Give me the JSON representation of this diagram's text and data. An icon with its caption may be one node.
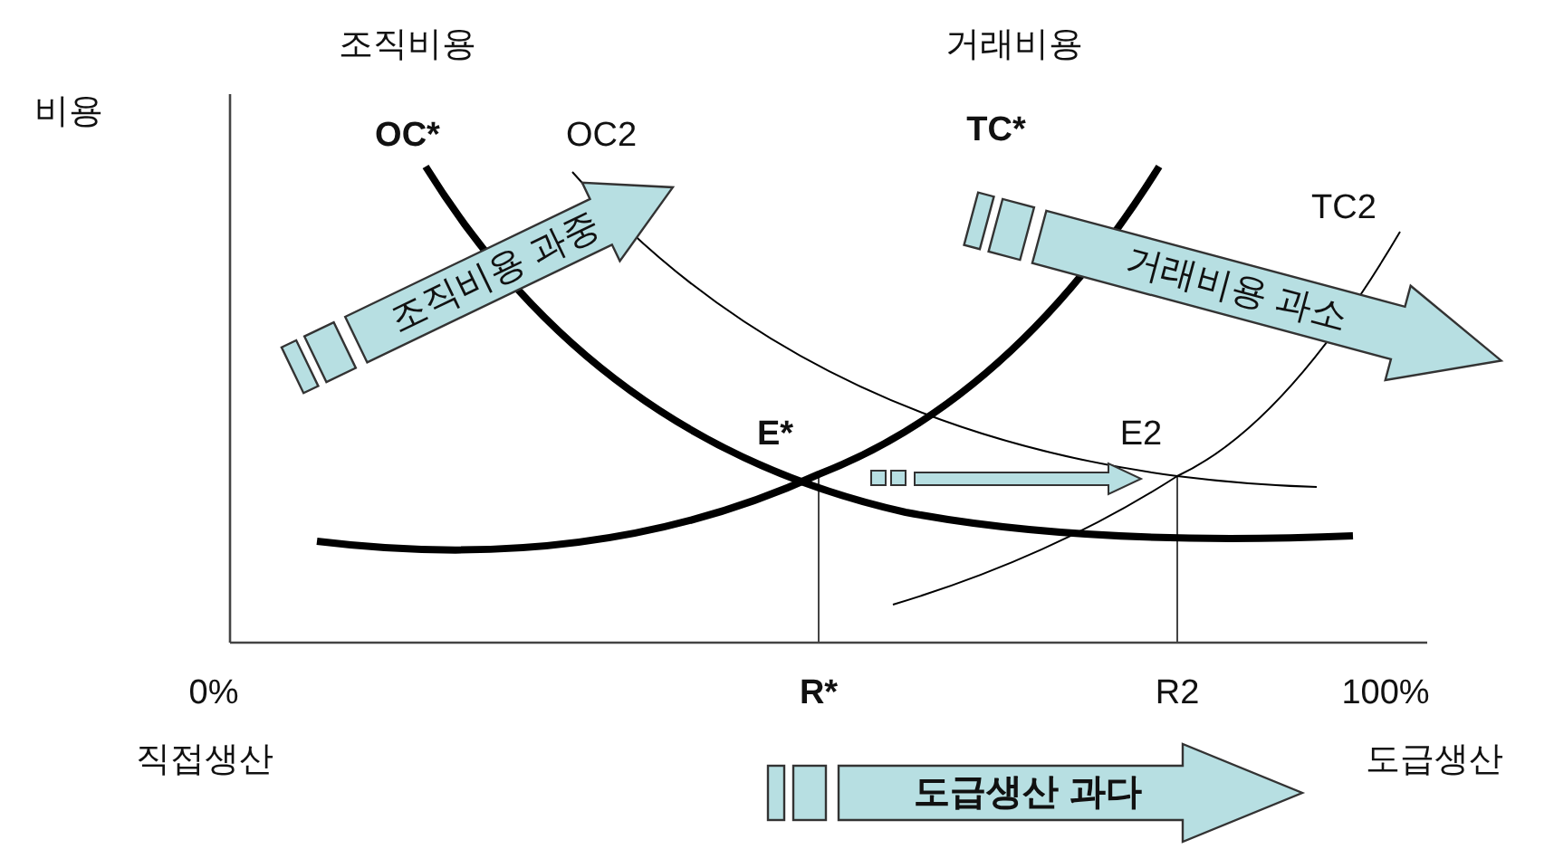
{
  "diagram": {
    "nodes": [
      {
        "text": [
          "조직비용 과중"
        ]
      },
      {
        "text": [
          "거래비용 과소"
        ]
      },
      {
        "text": [
          "도급생산 과다"
        ]
      }
    ],
    "labels": [
      "조직비용",
      "거래비용",
      "비용",
      "OC*",
      "OC2",
      "TC*",
      "TC2",
      "E*",
      "E2",
      "0%",
      "R*",
      "R2",
      "100%",
      "직접생산",
      "도급생산"
    ]
  }
}
